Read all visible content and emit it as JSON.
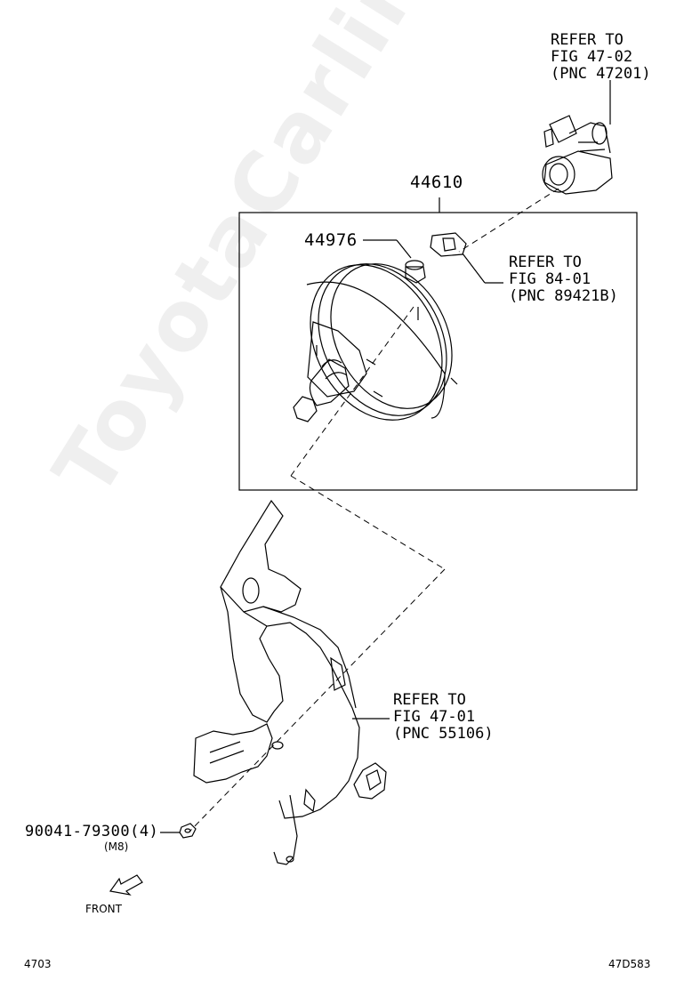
{
  "watermark": "ToyotaCarline.ru",
  "parts": {
    "assembly": "44610",
    "check_valve": "44976",
    "nut": "90041-79300(4)",
    "nut_size": "(M8)"
  },
  "references": {
    "master_cylinder": [
      "REFER TO",
      "FIG 47-02",
      "(PNC 47201)"
    ],
    "sensor": [
      "REFER TO",
      "FIG 84-01",
      "(PNC 89421B)"
    ],
    "pedal_bracket": [
      "REFER TO",
      "FIG 47-01",
      "(PNC 55106)"
    ]
  },
  "front_label": "FRONT",
  "footer": {
    "page_code": "4703",
    "figure_code": "47D583"
  }
}
